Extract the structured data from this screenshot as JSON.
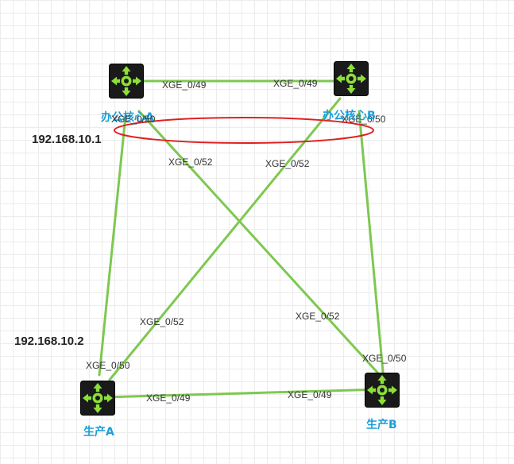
{
  "nodes": [
    {
      "id": "office-core-a",
      "label": "办公核心A",
      "ip": "192.168.10.1"
    },
    {
      "id": "office-core-b",
      "label": "办公核心B",
      "ip": ""
    },
    {
      "id": "production-a",
      "label": "生产A",
      "ip": "192.168.10.2"
    },
    {
      "id": "production-b",
      "label": "生产B",
      "ip": ""
    }
  ],
  "links": [
    {
      "from": "office-core-a",
      "to": "office-core-b",
      "from_port": "XGE_0/49",
      "to_port": "XGE_0/49"
    },
    {
      "from": "office-core-a",
      "to": "production-a",
      "from_port": "XGE_0/50",
      "to_port": "XGE_0/50"
    },
    {
      "from": "office-core-a",
      "to": "production-b",
      "from_port": "XGE_0/52",
      "to_port": "XGE_0/52"
    },
    {
      "from": "office-core-b",
      "to": "production-a",
      "from_port": "XGE_0/52",
      "to_port": "XGE_0/52"
    },
    {
      "from": "office-core-b",
      "to": "production-b",
      "from_port": "XGE_0/50",
      "to_port": "XGE_0/50"
    },
    {
      "from": "production-a",
      "to": "production-b",
      "from_port": "XGE_0/49",
      "to_port": "XGE_0/49"
    }
  ],
  "highlight": {
    "shape": "ellipse",
    "color": "#e02020"
  },
  "colors": {
    "link": "#7ec850",
    "device": "#1a1a1a",
    "device_glyph": "#8ddf3a",
    "node_label": "#1b9ed8",
    "highlight": "#e02020"
  }
}
